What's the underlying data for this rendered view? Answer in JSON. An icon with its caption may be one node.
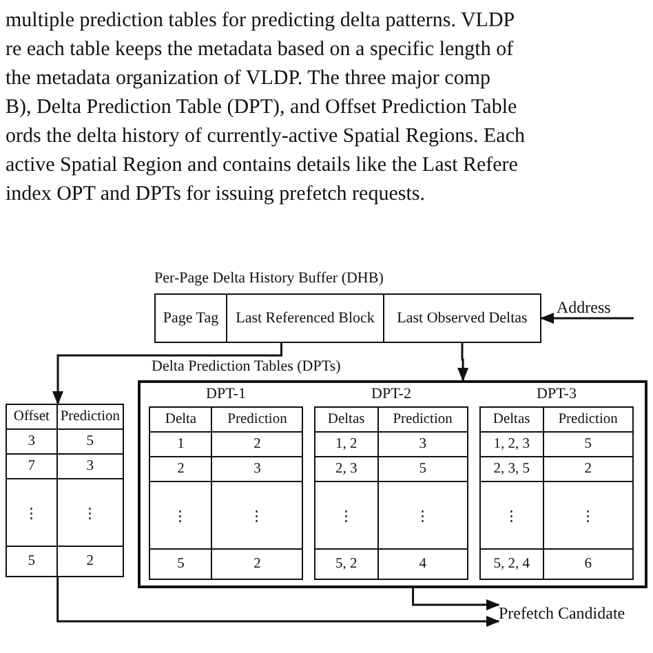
{
  "diagram": {
    "nodes": [
      {
        "text": [
          "Per-Page Delta History Buffer (DHB)"
        ]
      },
      {
        "text": [
          "Page Tag"
        ],
        "in": 0
      },
      {
        "text": [
          "Last Referenced Block"
        ],
        "in": 0
      },
      {
        "text": [
          "Last Observed Deltas"
        ],
        "in": 0
      },
      {
        "text": [
          "Address"
        ]
      },
      {
        "text": [
          "Offset",
          "Prediction",
          "3",
          "5",
          "7",
          "3",
          "⋮",
          "⋮",
          "5",
          "2"
        ]
      },
      {
        "text": [
          "Delta Prediction Tables (DPTs)"
        ]
      },
      {
        "text": [
          "DPT-1",
          "Delta",
          "Prediction",
          "1",
          "2",
          "2",
          "3",
          "⋮",
          "⋮",
          "5",
          "2"
        ],
        "in": 6
      },
      {
        "text": [
          "DPT-2",
          "Deltas",
          "Prediction",
          "1, 2",
          "3",
          "2, 3",
          "5",
          "⋮",
          "⋮",
          "5, 2",
          "4"
        ],
        "in": 6
      },
      {
        "text": [
          "DPT-3",
          "Deltas",
          "Prediction",
          "1, 2, 3",
          "5",
          "2, 3, 5",
          "2",
          "⋮",
          "⋮",
          "5, 2, 4",
          "6"
        ],
        "in": 6
      },
      {
        "text": [
          "Prefetch Candidate"
        ]
      }
    ],
    "edges": [
      {
        "from": 4,
        "to": 3,
        "arrow": "to"
      },
      {
        "from": 2,
        "to": 5,
        "arrow": "to"
      },
      {
        "from": 3,
        "to": 6,
        "arrow": "to"
      },
      {
        "from": 6,
        "to": 10,
        "arrow": "to"
      },
      {
        "from": 5,
        "to": 10,
        "arrow": "to"
      }
    ],
    "labels": [
      "multiple prediction tables for predicting delta patterns. VLDP",
      "re each table keeps the metadata based on a specific length of",
      "the metadata organization of VLDP. The three major comp",
      "B), Delta Prediction Table (DPT), and Offset Prediction Table",
      "ords the delta history of currently-active Spatial Regions. Each",
      "active Spatial Region and contains details like the Last Refere",
      "index OPT and DPTs for issuing prefetch requests."
    ]
  }
}
